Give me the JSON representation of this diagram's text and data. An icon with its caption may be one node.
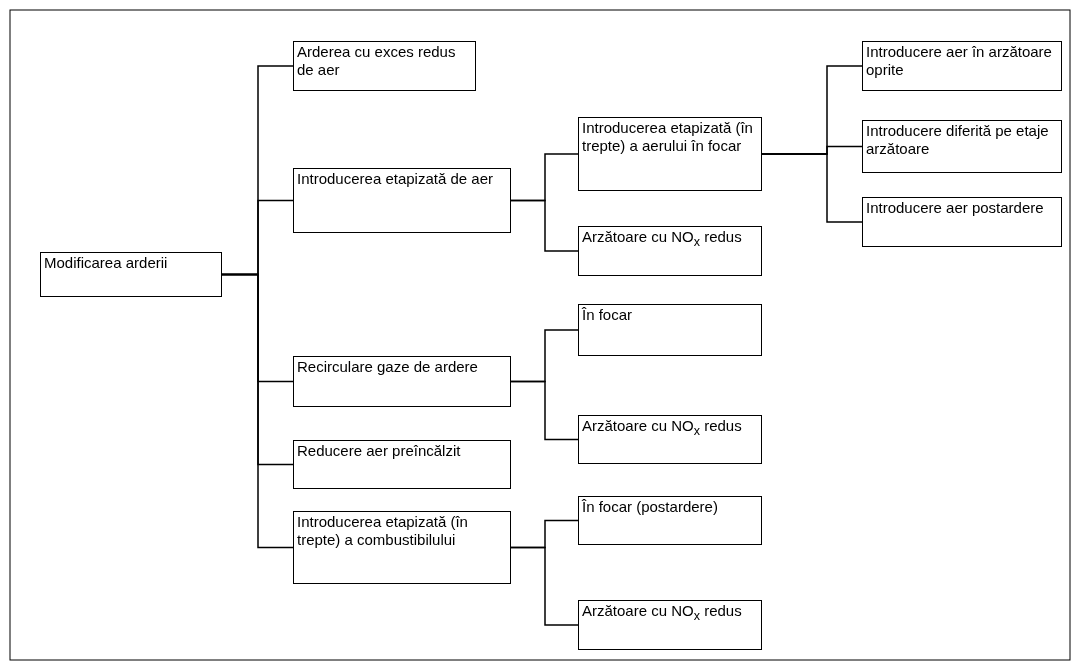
{
  "diagram": {
    "nodes": [
      {
        "text": [
          "Modificarea arderii"
        ]
      },
      {
        "text": [
          "Arderea cu exces redus de aer"
        ]
      },
      {
        "text": [
          "Introducerea etapizată de aer"
        ]
      },
      {
        "text": [
          "Introducerea etapizată (în trepte) a aerului în focar"
        ]
      },
      {
        "text": [
          "Introducere aer în arzătoare oprite"
        ]
      },
      {
        "text": [
          "Introducere diferită pe etaje arzătoare"
        ]
      },
      {
        "text": [
          "Introducere aer postardere"
        ]
      },
      {
        "text": [
          "Arzătoare cu NO$_{x}$ redus"
        ]
      },
      {
        "text": [
          "Recirculare gaze de ardere"
        ]
      },
      {
        "text": [
          "În focar"
        ]
      },
      {
        "text": [
          "Arzătoare cu NO$_{x}$ redus"
        ]
      },
      {
        "text": [
          "Reducere aer preîncălzit"
        ]
      },
      {
        "text": [
          "Introducerea etapizată (în trepte) a combustibilului"
        ]
      },
      {
        "text": [
          "În focar (postardere)"
        ]
      },
      {
        "text": [
          "Arzătoare cu NO$_{x}$ redus"
        ]
      }
    ],
    "edges": [
      {
        "from": 0,
        "to": 1,
        "arrow": "none"
      },
      {
        "from": 0,
        "to": 2,
        "arrow": "none"
      },
      {
        "from": 0,
        "to": 8,
        "arrow": "none"
      },
      {
        "from": 0,
        "to": 11,
        "arrow": "none"
      },
      {
        "from": 0,
        "to": 12,
        "arrow": "none"
      },
      {
        "from": 2,
        "to": 3,
        "arrow": "none"
      },
      {
        "from": 2,
        "to": 7,
        "arrow": "none"
      },
      {
        "from": 3,
        "to": 4,
        "arrow": "none"
      },
      {
        "from": 3,
        "to": 5,
        "arrow": "none"
      },
      {
        "from": 3,
        "to": 6,
        "arrow": "none"
      },
      {
        "from": 8,
        "to": 9,
        "arrow": "none"
      },
      {
        "from": 8,
        "to": 10,
        "arrow": "none"
      },
      {
        "from": 12,
        "to": 13,
        "arrow": "none"
      },
      {
        "from": 12,
        "to": 14,
        "arrow": "none"
      }
    ]
  }
}
